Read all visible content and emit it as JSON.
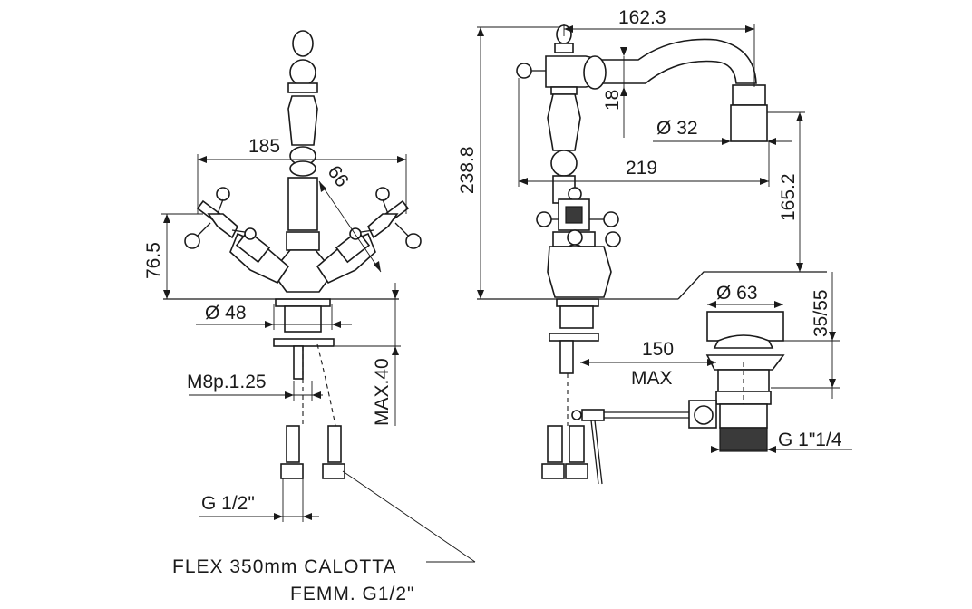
{
  "dimensions": {
    "overall_width": "185",
    "side_angle": "66",
    "handle_height": "76.5",
    "base_diameter": "Ø 48",
    "mount_thread": "M8p.1.25",
    "max_thickness": "MAX.40",
    "inlet_thread": "G  1/2\"",
    "spout_length": "162.3",
    "spout_height_18": "18",
    "outlet_diameter": "Ø 32",
    "total_height": "238.8",
    "spout_reach": "219",
    "spout_clearance": "165.2",
    "waste_diameter": "Ø 63",
    "waste_height": "35/55",
    "rod_length": "150",
    "rod_max": "MAX",
    "waste_thread": "G  1\"1/4"
  },
  "notes": {
    "flex_line1": "FLEX  350mm  CALOTTA",
    "flex_line2": "FEMM.  G1/2\""
  }
}
